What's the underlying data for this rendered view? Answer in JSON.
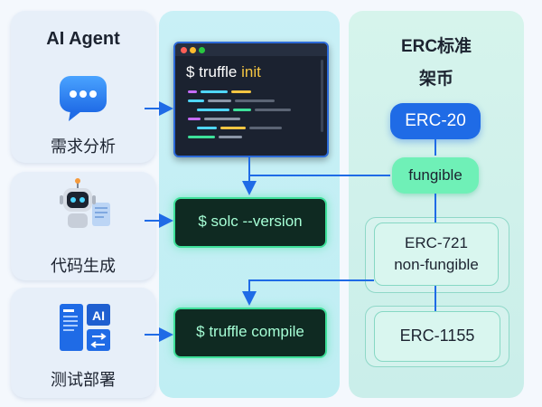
{
  "agent": {
    "title": "AI Agent",
    "steps": [
      {
        "label": "需求分析",
        "icon": "chat-bubble-icon"
      },
      {
        "label": "代码生成",
        "icon": "robot-icon"
      },
      {
        "label": "测试部署",
        "icon": "ai-document-icon"
      }
    ]
  },
  "terminal": {
    "prompt": "$ truffle ",
    "keyword": "init"
  },
  "commands": {
    "solc": "$ solc --version",
    "compile": "$ truffle compile"
  },
  "erc": {
    "title_line1": "ERC标准",
    "title_line2": "架币",
    "erc20": "ERC-20",
    "fungible": "fungible",
    "erc721": "ERC-721",
    "non_fungible": "non-fungible",
    "erc1155": "ERC-1155"
  },
  "colors": {
    "arrow": "#1f6be6",
    "accent_blue": "#1f6be6",
    "accent_green": "#3ee09a"
  }
}
